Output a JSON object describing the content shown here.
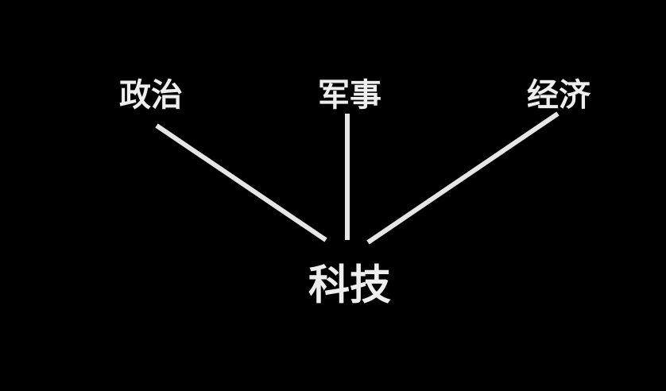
{
  "nodes": {
    "politics": "政治",
    "military": "军事",
    "economy": "经济",
    "technology": "科技"
  },
  "edges": [
    {
      "from": "politics",
      "to": "technology"
    },
    {
      "from": "military",
      "to": "technology"
    },
    {
      "from": "economy",
      "to": "technology"
    }
  ],
  "colors": {
    "background": "#000000",
    "line": "#e6e6e6",
    "text": "#eeeeee"
  }
}
